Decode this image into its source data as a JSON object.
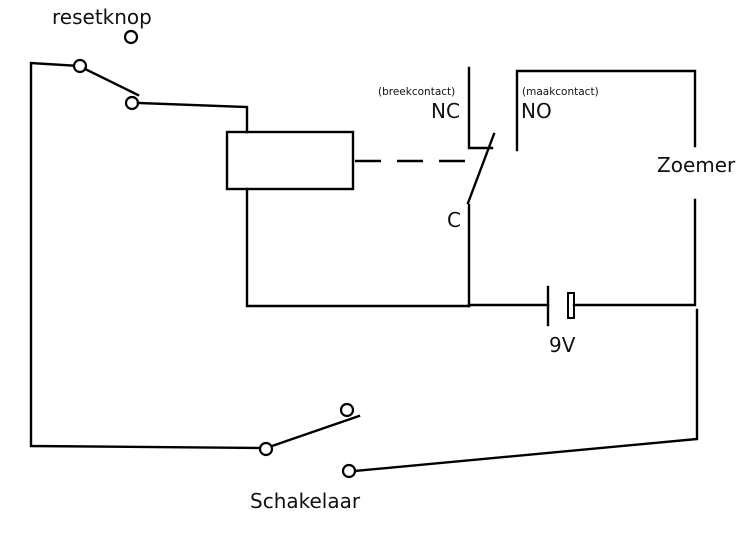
{
  "diagram": {
    "type": "electrical-schematic",
    "description": "Relay latch alarm circuit with reset button, switch, relay (NC/NO contacts), buzzer and 9V battery",
    "colors": {
      "line": "#000000",
      "background": "#ffffff"
    }
  },
  "labels": {
    "reset_button": "resetknop",
    "nc_note": "(breekcontact)",
    "nc": "NC",
    "no_note": "(maakcontact)",
    "no": "NO",
    "common": "C",
    "buzzer": "Zoemer",
    "battery": "9V",
    "switch": "Schakelaar"
  },
  "components": [
    {
      "id": "reset-button",
      "kind": "push-button switch",
      "label": "resetknop"
    },
    {
      "id": "relay-coil",
      "kind": "relay coil"
    },
    {
      "id": "relay-contact",
      "kind": "changeover contact",
      "terminals": [
        "NC",
        "NO",
        "C"
      ]
    },
    {
      "id": "buzzer",
      "kind": "buzzer",
      "label": "Zoemer"
    },
    {
      "id": "battery",
      "kind": "battery",
      "label": "9V"
    },
    {
      "id": "main-switch",
      "kind": "SPDT switch",
      "label": "Schakelaar"
    }
  ]
}
